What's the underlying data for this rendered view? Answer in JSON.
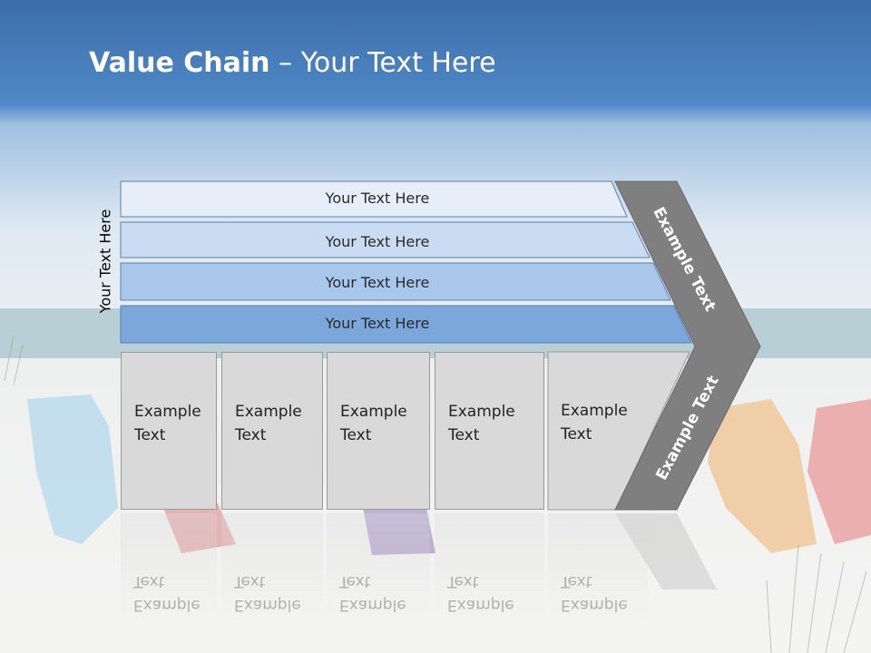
{
  "slide": {
    "title_bold": "Value Chain",
    "title_rest": " – Your Text Here",
    "side_label": "Your Text Here",
    "bands": [
      "Your Text Here",
      "Your Text Here",
      "Your Text Here",
      "Your Text Here"
    ],
    "boxes": [
      "Example\nText",
      "Example\nText",
      "Example\nText",
      "Example\nText",
      "Example\nText"
    ],
    "chevron_top": "Example Text",
    "chevron_bottom": "Example Text"
  },
  "colors": {
    "sky_top": "#3f79b8",
    "band_1": "#e6eef9",
    "band_2": "#c9dcf2",
    "band_3": "#a9c7ea",
    "band_4": "#7ba7da",
    "box_fill": "#d9d9d9",
    "chevron_fill": "#7f7f7f"
  }
}
